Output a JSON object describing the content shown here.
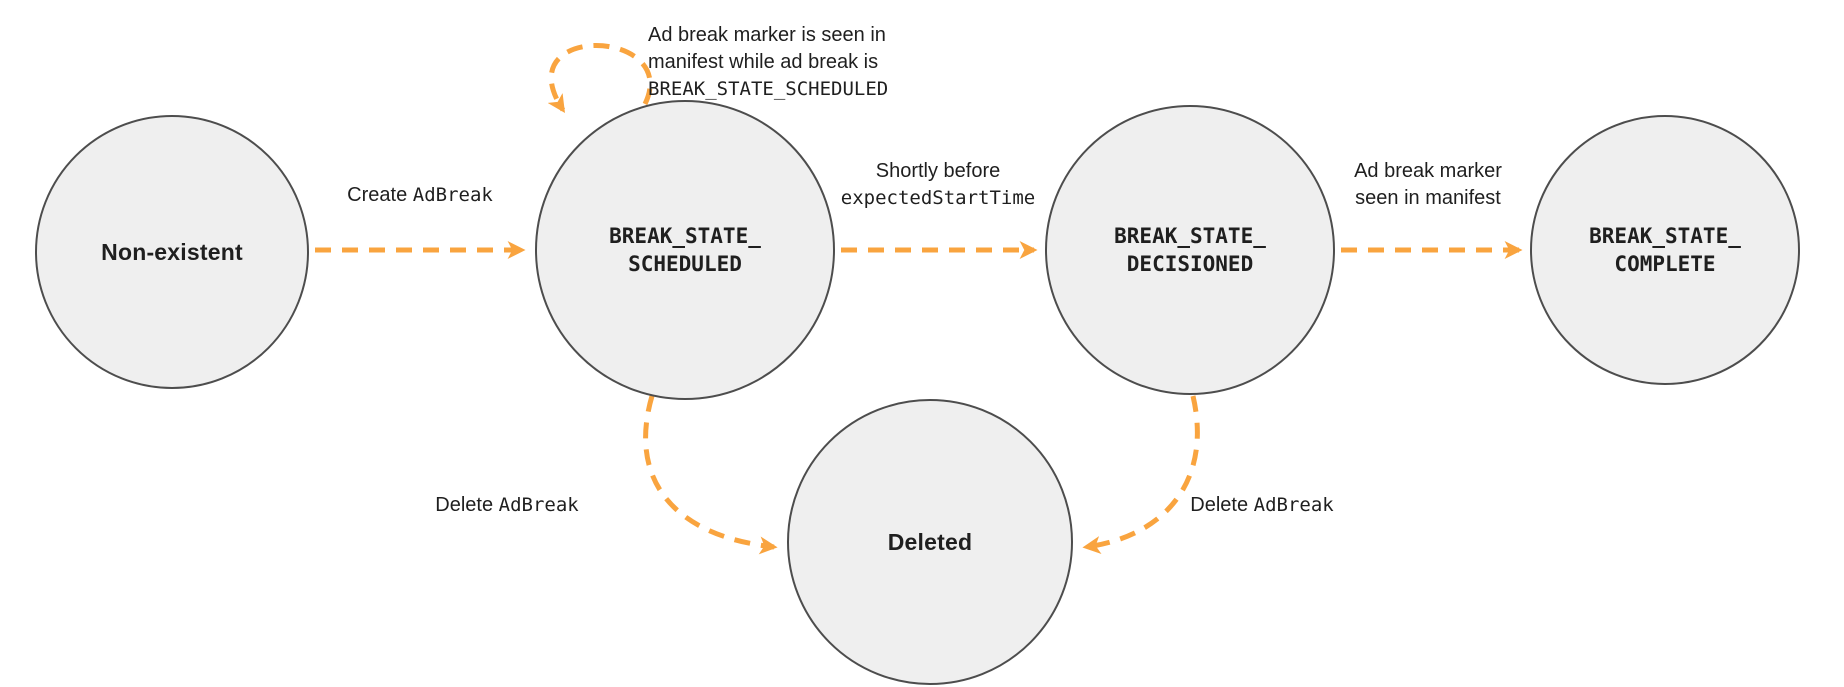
{
  "colors": {
    "arrow": "#F9A43F",
    "state_fill": "#EFEFEF",
    "state_border": "#4D4D4D",
    "text": "#1F1F1F"
  },
  "states": {
    "non_existent": {
      "label": "Non-existent"
    },
    "scheduled": {
      "line1": "BREAK_STATE_",
      "line2": "SCHEDULED"
    },
    "decisioned": {
      "line1": "BREAK_STATE_",
      "line2": "DECISIONED"
    },
    "complete": {
      "line1": "BREAK_STATE_",
      "line2": "COMPLETE"
    },
    "deleted": {
      "label": "Deleted"
    }
  },
  "transitions": {
    "create": {
      "text": "Create ",
      "code": "AdBreak"
    },
    "self_loop": {
      "line1": "Ad break marker is seen in",
      "line2": "manifest while ad break is",
      "code": "BREAK_STATE_SCHEDULED"
    },
    "decision": {
      "line1": "Shortly before",
      "code": "expectedStartTime"
    },
    "marker_seen": {
      "line1": "Ad break marker",
      "line2": "seen in manifest"
    },
    "delete_from_scheduled": {
      "text": "Delete ",
      "code": "AdBreak"
    },
    "delete_from_decisioned": {
      "text": "Delete ",
      "code": "AdBreak"
    }
  }
}
